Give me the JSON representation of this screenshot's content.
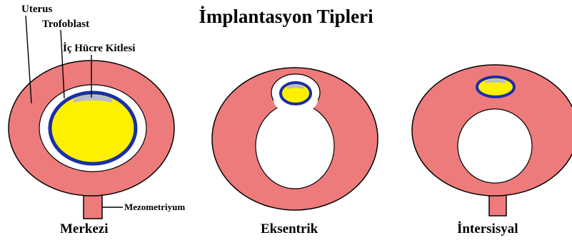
{
  "title": "İmplantasyon Tipleri",
  "labels": {
    "uterus": "Uterus",
    "trofoblast": "Trofoblast",
    "ic_hucre_kitlesi": "İç Hücre Kitlesi",
    "mezometriyum": "Mezometriyum"
  },
  "types": [
    {
      "caption": "Merkezi"
    },
    {
      "caption": "Eksentrik"
    },
    {
      "caption": "İntersisyal"
    }
  ],
  "colors": {
    "uterus": "#ee7b7b",
    "lumen": "#ffffff",
    "trofoblast": "#1a2fa8",
    "blastocoel": "#fdf100",
    "inner_cell_mass": "#b9bcc8",
    "outline": "#000000"
  }
}
